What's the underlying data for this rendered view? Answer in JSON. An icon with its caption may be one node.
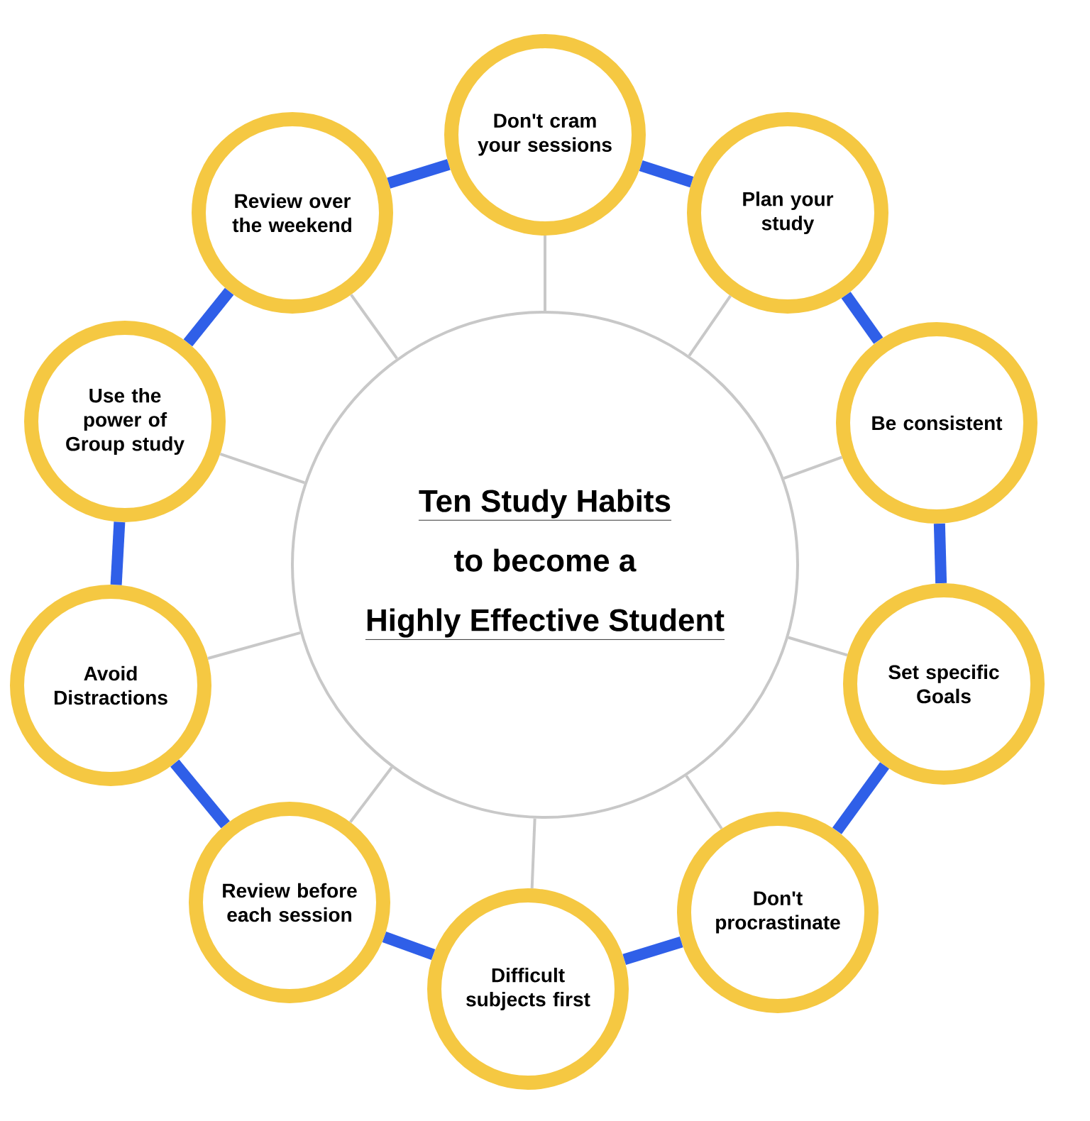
{
  "diagram": {
    "nodes": [
      {
        "text": [
          "Ten Study Habits",
          "to become a",
          "Highly Effective Student"
        ]
      },
      {
        "text": [
          "Don't cram your sessions"
        ]
      },
      {
        "text": [
          "Plan your study"
        ]
      },
      {
        "text": [
          "Be consistent"
        ]
      },
      {
        "text": [
          "Set specific Goals"
        ]
      },
      {
        "text": [
          "Don't procrastinate"
        ]
      },
      {
        "text": [
          "Difficult subjects first"
        ]
      },
      {
        "text": [
          "Review before each session"
        ]
      },
      {
        "text": [
          "Avoid Distractions"
        ]
      },
      {
        "text": [
          "Use the power of Group study"
        ]
      },
      {
        "text": [
          "Review over the weekend"
        ]
      }
    ],
    "edges": [
      {
        "from": 0,
        "to": 1,
        "arrow": "none"
      },
      {
        "from": 0,
        "to": 2,
        "arrow": "none"
      },
      {
        "from": 0,
        "to": 3,
        "arrow": "none"
      },
      {
        "from": 0,
        "to": 4,
        "arrow": "none"
      },
      {
        "from": 0,
        "to": 5,
        "arrow": "none"
      },
      {
        "from": 0,
        "to": 6,
        "arrow": "none"
      },
      {
        "from": 0,
        "to": 7,
        "arrow": "none"
      },
      {
        "from": 0,
        "to": 8,
        "arrow": "none"
      },
      {
        "from": 0,
        "to": 9,
        "arrow": "none"
      },
      {
        "from": 0,
        "to": 10,
        "arrow": "none"
      },
      {
        "from": 1,
        "to": 2,
        "arrow": "none",
        "style": "thick",
        "color": "#2f5fe8"
      },
      {
        "from": 2,
        "to": 3,
        "arrow": "none",
        "style": "thick",
        "color": "#2f5fe8"
      },
      {
        "from": 3,
        "to": 4,
        "arrow": "none",
        "style": "thick",
        "color": "#2f5fe8"
      },
      {
        "from": 4,
        "to": 5,
        "arrow": "none",
        "style": "thick",
        "color": "#2f5fe8"
      },
      {
        "from": 5,
        "to": 6,
        "arrow": "none",
        "style": "thick",
        "color": "#2f5fe8"
      },
      {
        "from": 6,
        "to": 7,
        "arrow": "none",
        "style": "thick",
        "color": "#2f5fe8"
      },
      {
        "from": 7,
        "to": 8,
        "arrow": "none",
        "style": "thick",
        "color": "#2f5fe8"
      },
      {
        "from": 8,
        "to": 9,
        "arrow": "none",
        "style": "thick",
        "color": "#2f5fe8"
      },
      {
        "from": 9,
        "to": 10,
        "arrow": "none",
        "style": "thick",
        "color": "#2f5fe8"
      },
      {
        "from": 10,
        "to": 1,
        "arrow": "none",
        "style": "thick",
        "color": "#2f5fe8"
      }
    ]
  }
}
